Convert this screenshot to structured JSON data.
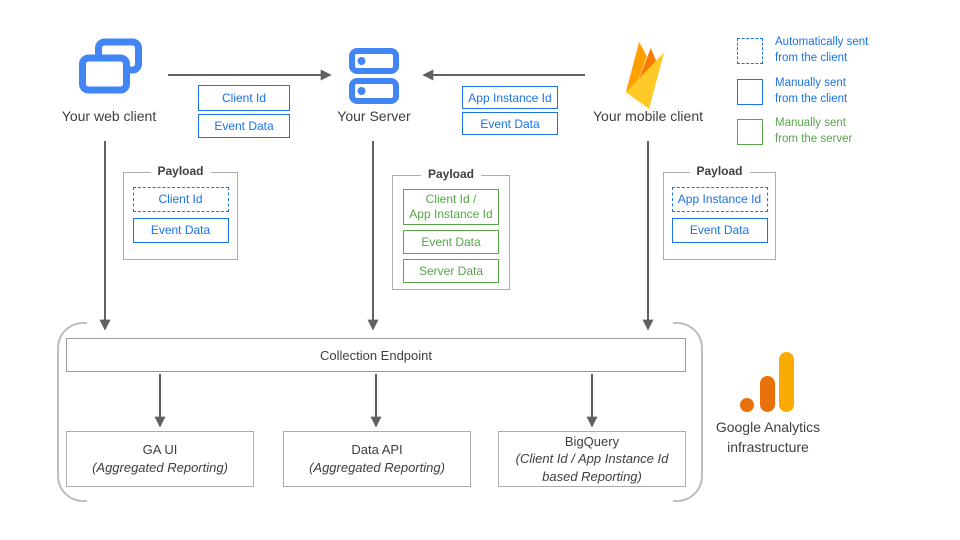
{
  "palette": {
    "blue": "#1a73e8",
    "icon_blue": "#4285f4",
    "green": "#57a64a",
    "box_border_gray": "#ababab",
    "arrow_gray": "#616161",
    "text_dark": "#3c4043",
    "bracket_gray": "#bdbdbd",
    "firebase_orange": "#ffa000",
    "firebase_dark_orange": "#f57c00",
    "firebase_yellow": "#ffca28",
    "ga_orange": "#e8710a",
    "ga_amber": "#f9ab00"
  },
  "icons": {
    "web": "overlapping-browser-windows-icon",
    "server": "server-stack-icon",
    "mobile": "firebase-flame-icon",
    "analytics": "google-analytics-bars-icon"
  },
  "nodes": {
    "web": {
      "label": "Your web client"
    },
    "server": {
      "label": "Your Server"
    },
    "mobile": {
      "label": "Your mobile client"
    }
  },
  "flows": {
    "web_to_server": {
      "params": [
        "Client Id",
        "Event Data"
      ]
    },
    "mobile_to_server": {
      "params": [
        "App Instance Id",
        "Event Data"
      ]
    }
  },
  "legend": {
    "items": [
      {
        "line1": "Automatically sent",
        "line2": "from the client",
        "style": "dashed-blue"
      },
      {
        "line1": "Manually sent",
        "line2": "from the client",
        "style": "solid-blue"
      },
      {
        "line1": "Manually sent",
        "line2": "from the server",
        "style": "solid-green"
      }
    ]
  },
  "payloads": {
    "web": {
      "title": "Payload",
      "items": [
        {
          "line1": "Client Id",
          "style": "dashed-blue"
        },
        {
          "line1": "Event Data",
          "style": "solid-blue"
        }
      ]
    },
    "server": {
      "title": "Payload",
      "items": [
        {
          "line1": "Client Id /",
          "line2": "App Instance Id",
          "style": "solid-green"
        },
        {
          "line1": "Event Data",
          "style": "solid-green"
        },
        {
          "line1": "Server Data",
          "style": "solid-green"
        }
      ]
    },
    "mobile": {
      "title": "Payload",
      "items": [
        {
          "line1": "App Instance Id",
          "style": "dashed-blue"
        },
        {
          "line1": "Event Data",
          "style": "solid-blue"
        }
      ]
    }
  },
  "collection": {
    "label": "Collection Endpoint"
  },
  "outputs": [
    {
      "title": "GA UI",
      "subtitle": "(Aggregated Reporting)"
    },
    {
      "title": "Data API",
      "subtitle": "(Aggregated Reporting)"
    },
    {
      "title": "BigQuery",
      "subtitle": "(Client Id / App Instance Id based Reporting)"
    }
  ],
  "infrastructure": {
    "line1": "Google Analytics",
    "line2": "infrastructure"
  }
}
